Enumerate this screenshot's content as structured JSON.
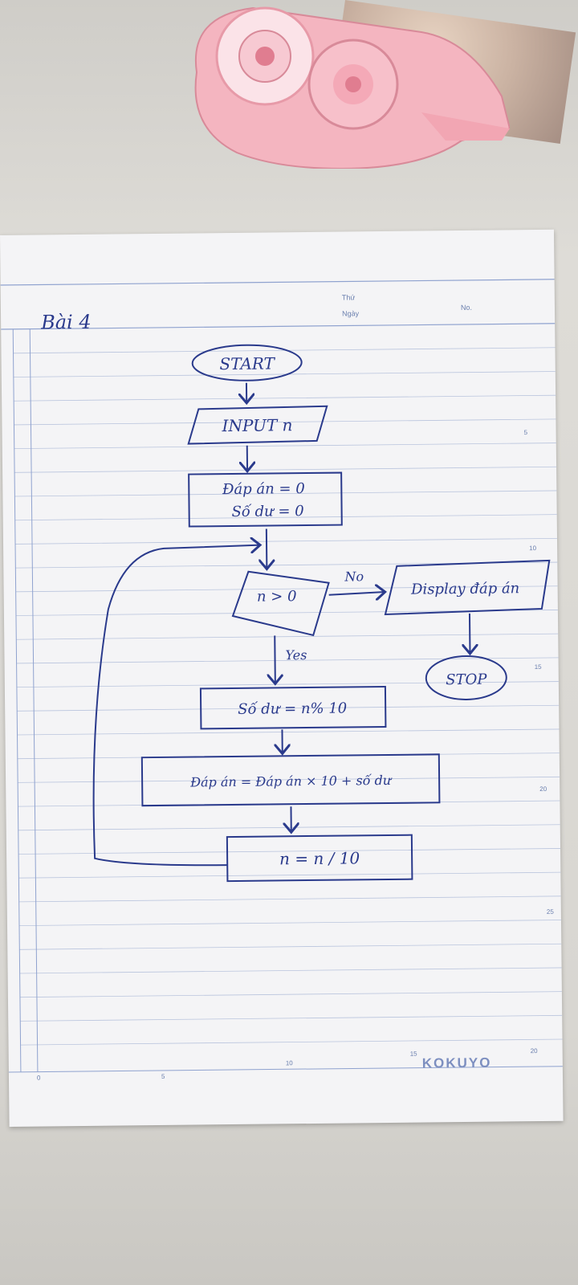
{
  "header": {
    "title": "Bài 4",
    "thu_label": "Thứ",
    "ngay_label": "Ngày",
    "no_label": "No."
  },
  "flowchart": {
    "start": "START",
    "input": "INPUT n",
    "init_line1": "Đáp án = 0",
    "init_line2": "Số dư = 0",
    "condition": "n > 0",
    "no_label": "No",
    "yes_label": "Yes",
    "display": "Display đáp án",
    "stop": "STOP",
    "step_remainder": "Số dư = n% 10",
    "step_answer": "Đáp án = Đáp án × 10 + số dư",
    "step_divide": "n = n / 10"
  },
  "notebook": {
    "brand": "KOKUYO",
    "right_ruler": [
      "5",
      "10",
      "15",
      "20",
      "25"
    ],
    "bottom_ruler": [
      "0",
      "5",
      "10",
      "15",
      "20"
    ]
  },
  "colors": {
    "ink": "#2a3a8c",
    "rule_line": "#b9c4dd",
    "paper": "#f4f4f6",
    "tape_pink": "#f4b5c0"
  }
}
